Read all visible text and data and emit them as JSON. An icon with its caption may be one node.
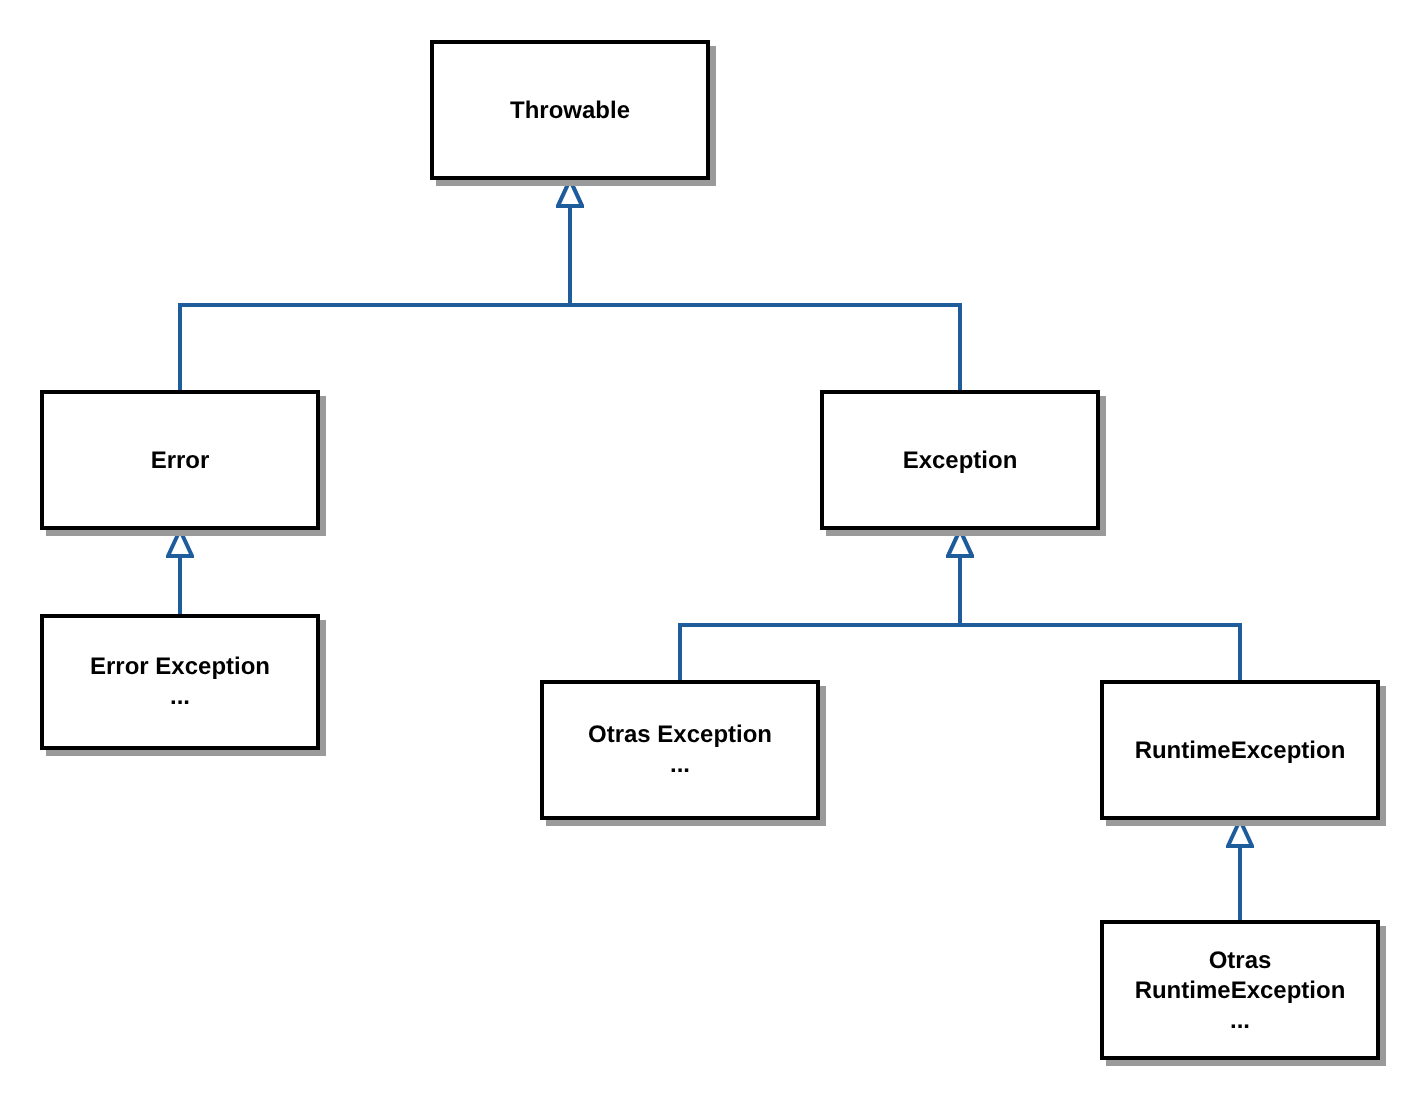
{
  "diagram": {
    "nodes": [
      {
        "text": [
          "Throwable"
        ]
      },
      {
        "text": [
          "Error"
        ]
      },
      {
        "text": [
          "Error Exception",
          "..."
        ]
      },
      {
        "text": [
          "Exception"
        ]
      },
      {
        "text": [
          "Otras Exception",
          "..."
        ]
      },
      {
        "text": [
          "RuntimeException"
        ]
      },
      {
        "text": [
          "Otras RuntimeException",
          "..."
        ]
      }
    ],
    "edges": [
      {
        "from": 1,
        "to": 0,
        "arrow": "to"
      },
      {
        "from": 3,
        "to": 0,
        "arrow": "to"
      },
      {
        "from": 2,
        "to": 1,
        "arrow": "to"
      },
      {
        "from": 4,
        "to": 3,
        "arrow": "to"
      },
      {
        "from": 5,
        "to": 3,
        "arrow": "to"
      },
      {
        "from": 6,
        "to": 5,
        "arrow": "to"
      }
    ]
  }
}
